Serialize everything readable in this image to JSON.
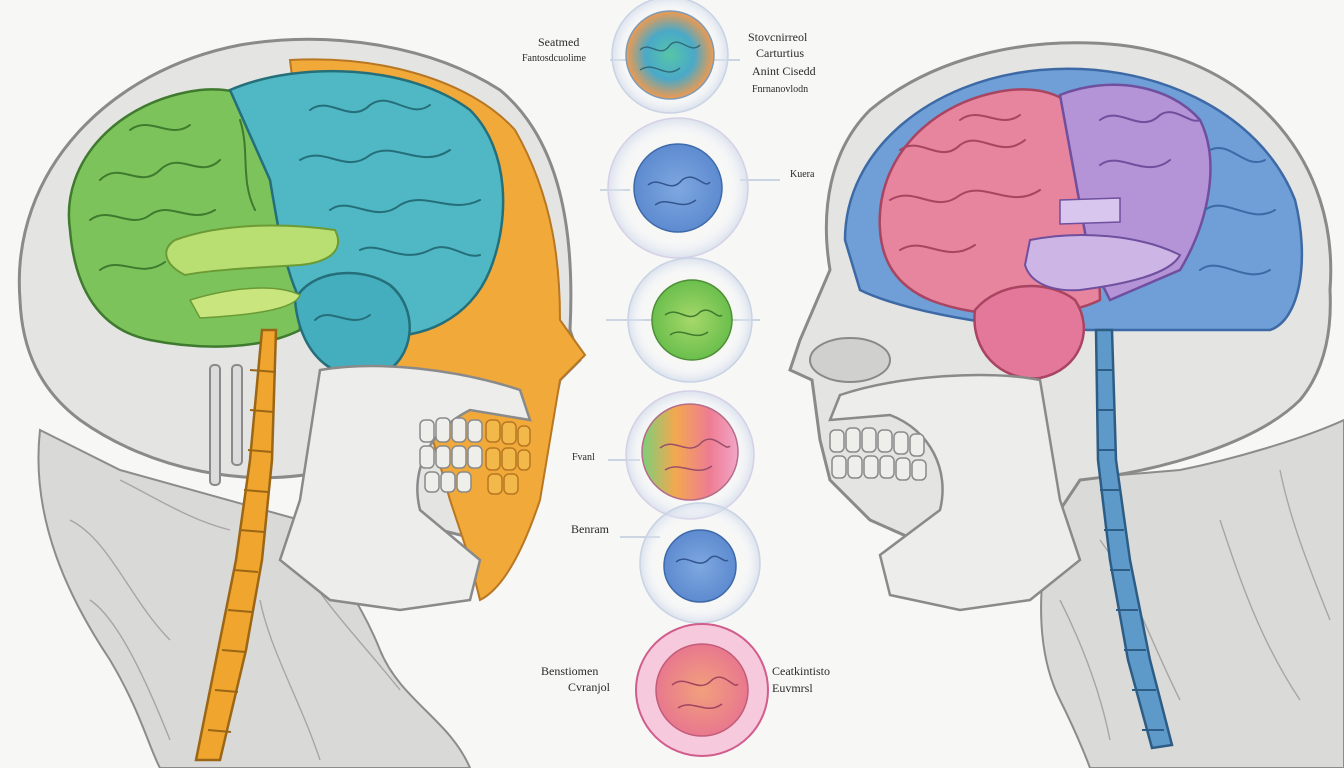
{
  "labels": {
    "top_left_1": "Seatmed",
    "top_left_2": "Fantosdcuolime",
    "top_right_1": "Stovcnirreol",
    "top_right_2": "Carturtius",
    "top_right_3": "Anint Cisedd",
    "top_right_4": "Fnrnanovlodn",
    "right_mid": "Kuera",
    "left_mid": "Fvanl",
    "left_lower": "Benram",
    "bottom_left_1": "Benstiomen",
    "bottom_left_2": "Cvranjol",
    "bottom_right_1": "Ceatkintisto",
    "bottom_right_2": "Euvmrsl"
  },
  "colors": {
    "left_frontal": "#7cc35b",
    "left_temporal_band": "#b9df73",
    "left_parietal": "#4fb8c4",
    "left_skin": "#f1a93a",
    "right_frontal": "#e7849e",
    "right_parietal": "#b494d6",
    "right_occipital": "#6f9fd6",
    "spine_left": "#f0a52e",
    "spine_right": "#5e9ac9",
    "skull": "#e6e6e4",
    "sketch": "#8c8c8c"
  }
}
